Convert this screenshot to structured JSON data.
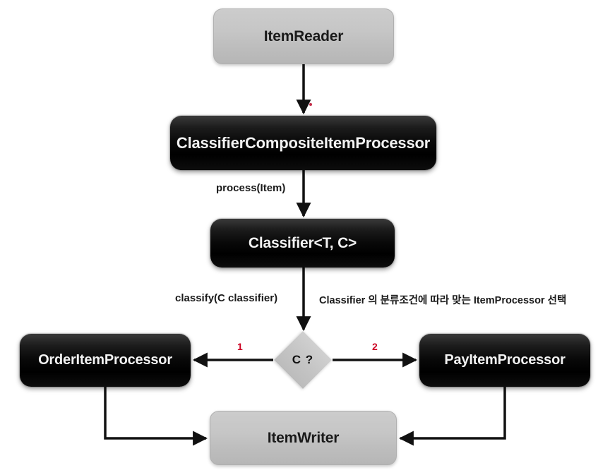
{
  "diagram": {
    "title": "ClassifierCompositeItemProcessor flow",
    "nodes": {
      "item_reader": "ItemReader",
      "classifier_composite_item_processor": "ClassifierCompositeItemProcessor",
      "classifier": "Classifier<T, C>",
      "decision": "C ?",
      "order_item_processor": "OrderItemProcessor",
      "pay_item_processor": "PayItemProcessor",
      "item_writer": "ItemWriter"
    },
    "edge_labels": {
      "process_item": "process(Item)",
      "classify": "classify(C classifier)",
      "selection_note": "Classifier 의 분류조건에 따라 맞는 ItemProcessor 선택",
      "branch_1": "1",
      "branch_2": "2"
    },
    "colors": {
      "dark_node": "#000000",
      "gray_node": "#c4c4c4",
      "branch_number": "#cc0022",
      "edge_line": "#111111",
      "background": "#ffffff"
    }
  }
}
